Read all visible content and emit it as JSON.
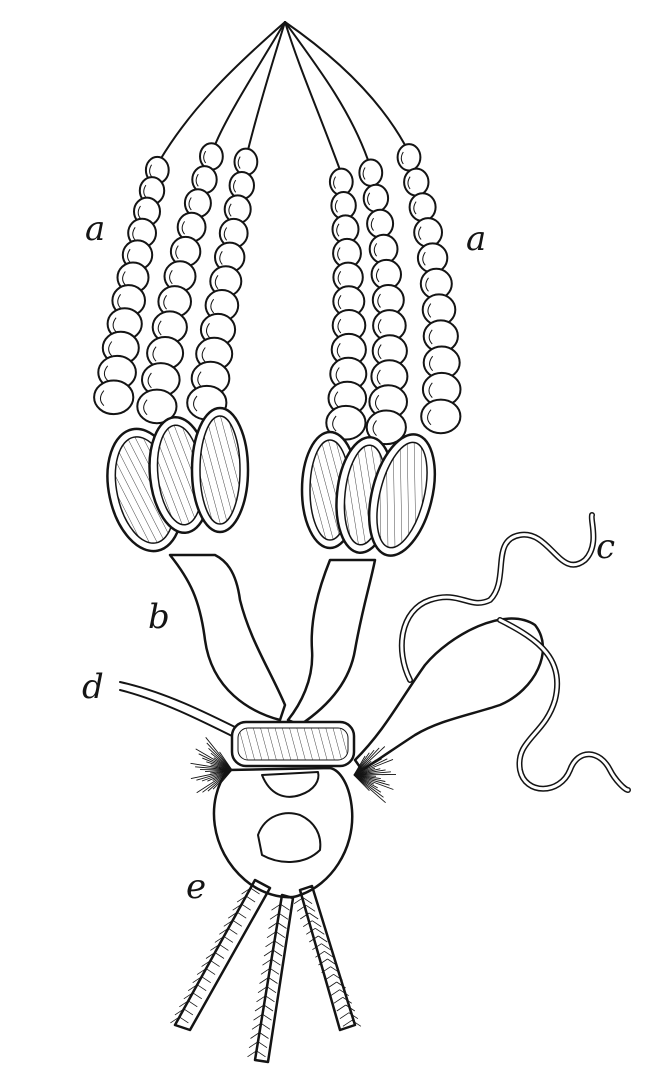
{
  "labels": {
    "a_left": "a",
    "a_right": "a",
    "b": "b",
    "c": "c",
    "d": "d",
    "e": "e"
  },
  "colors": {
    "paper": "#ffffff",
    "ink": "#141414"
  }
}
